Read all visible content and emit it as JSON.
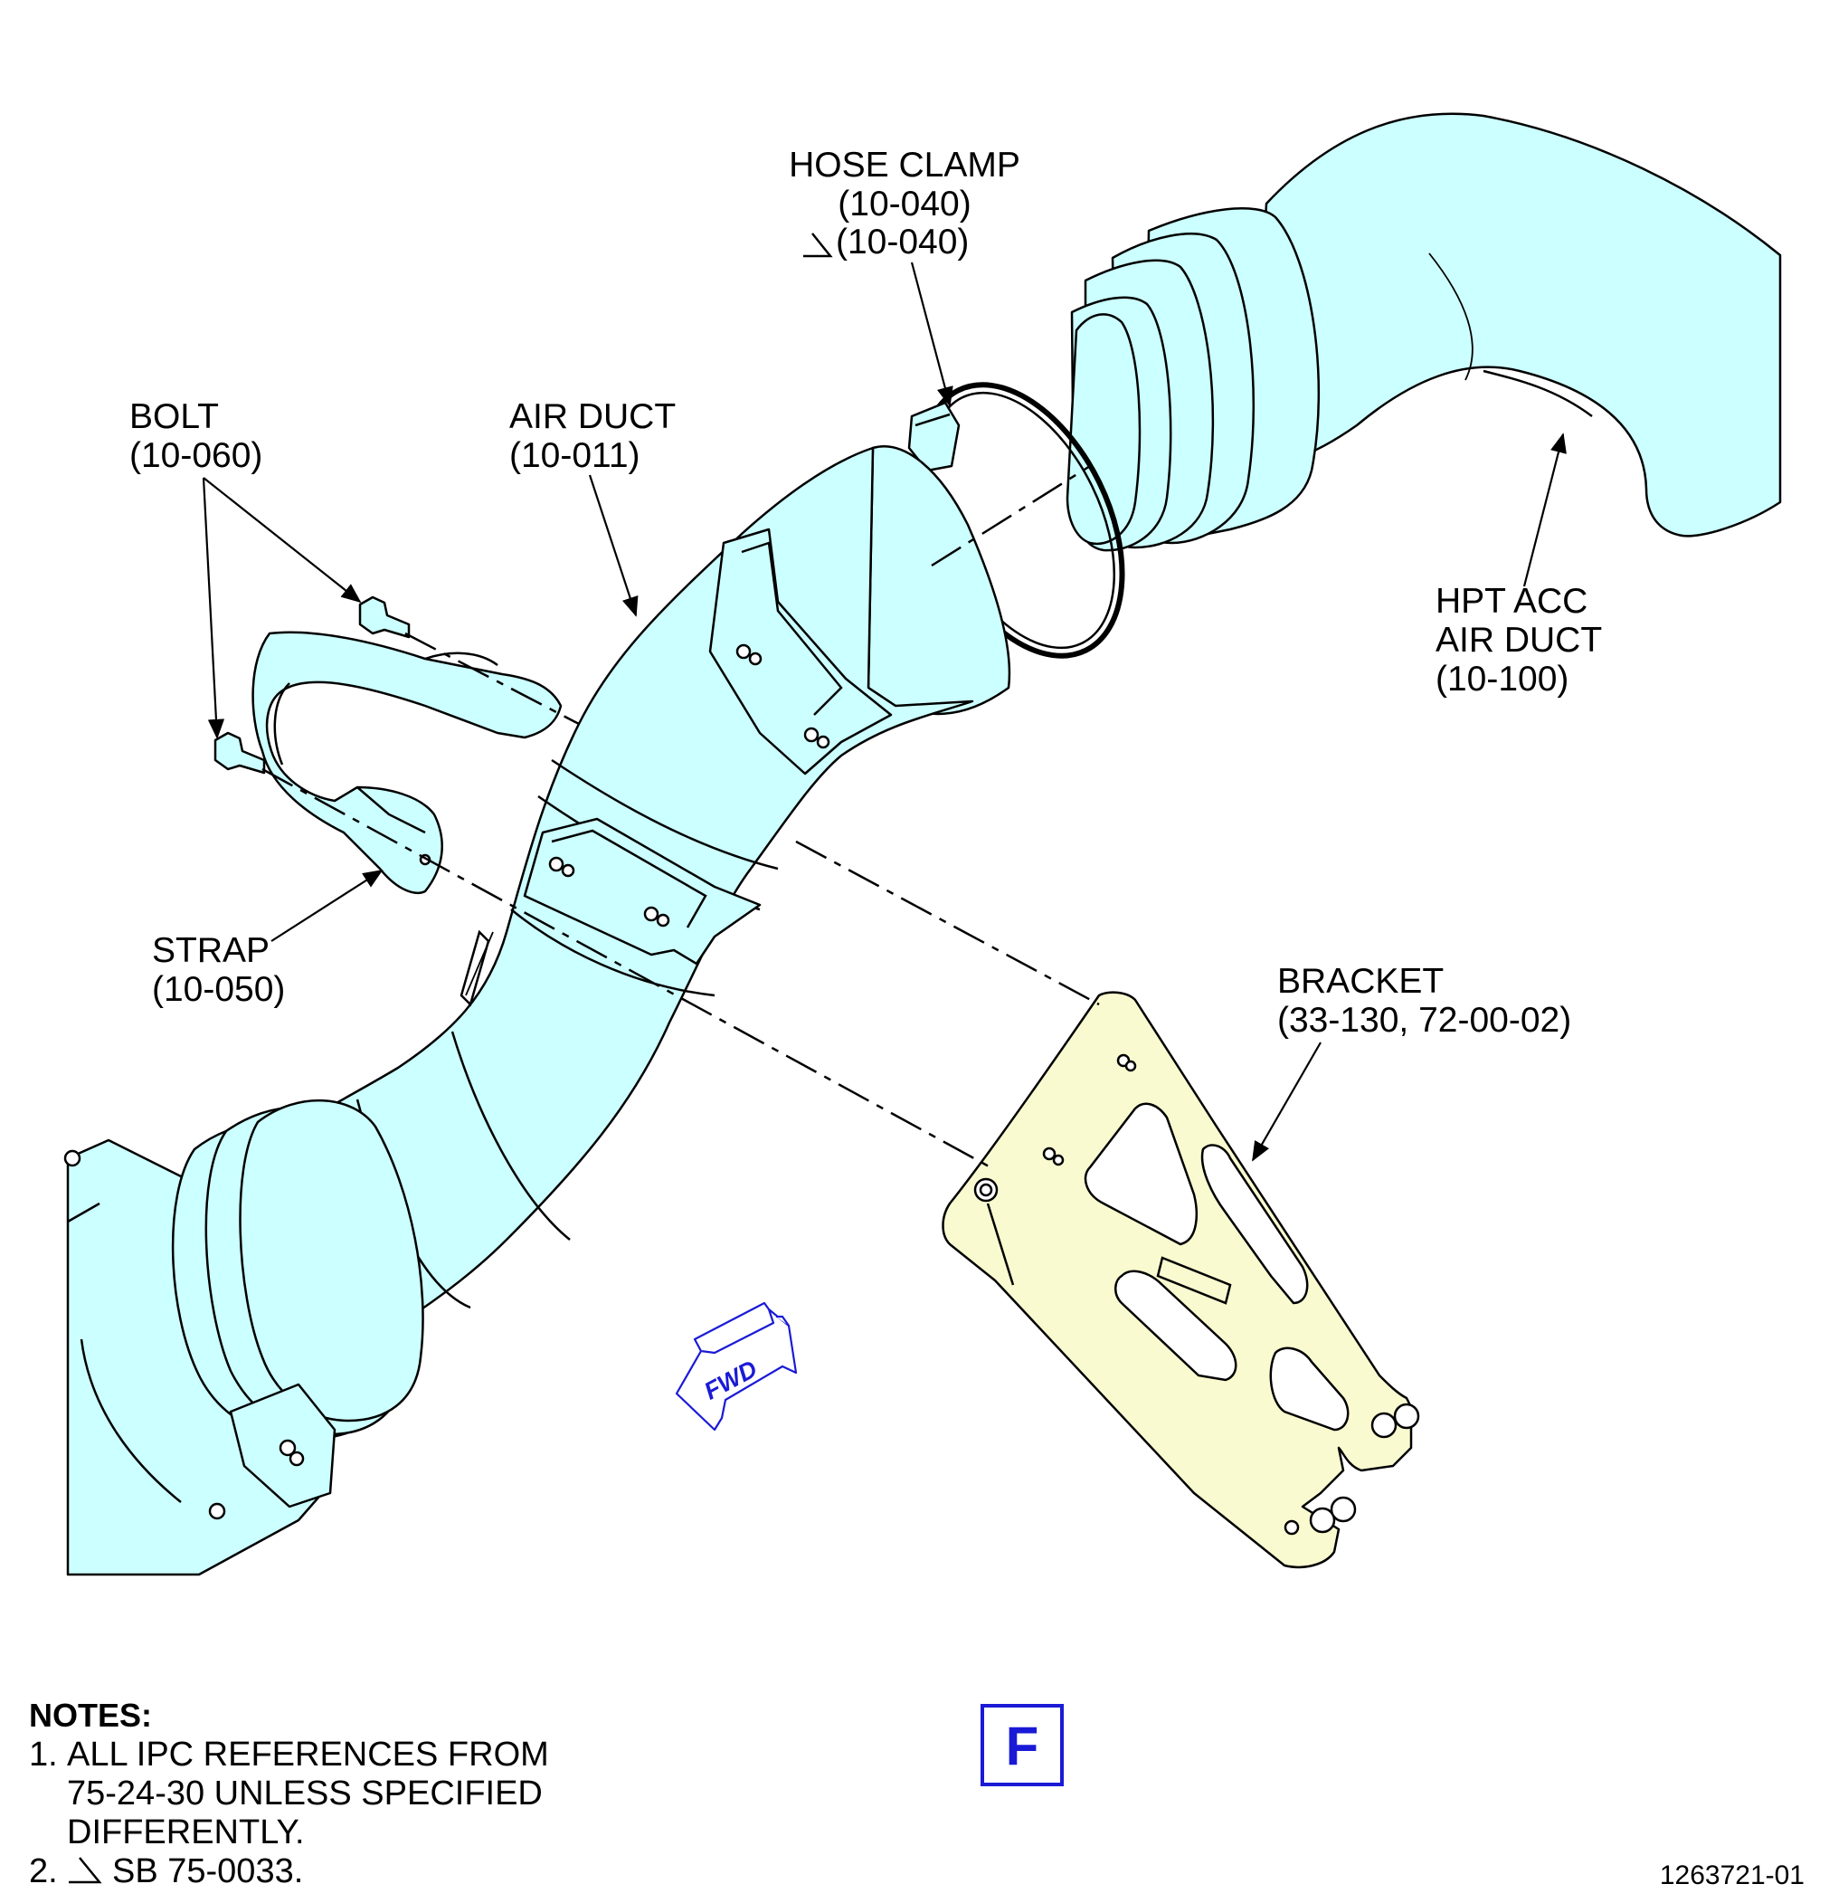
{
  "callouts": {
    "hose_clamp": {
      "name": "HOSE CLAMP",
      "ref1": "(10-040)",
      "ref2": "(10-040)"
    },
    "bolt": {
      "name": "BOLT",
      "ref": "(10-060)"
    },
    "air_duct": {
      "name": "AIR DUCT",
      "ref": "(10-011)"
    },
    "hpt_acc_air_duct": {
      "line1": "HPT ACC",
      "line2": "AIR DUCT",
      "ref": "(10-100)"
    },
    "strap": {
      "name": "STRAP",
      "ref": "(10-050)"
    },
    "bracket": {
      "name": "BRACKET",
      "ref": "(33-130, 72-00-02)"
    }
  },
  "fwd_arrow": {
    "label": "FWD",
    "color": "#1a1ad6"
  },
  "view_label": {
    "letter": "F",
    "color": "#1a1ad6"
  },
  "notes": {
    "heading": "NOTES:",
    "items": [
      {
        "num": "1.",
        "lines": [
          "ALL IPC REFERENCES FROM",
          "75-24-30 UNLESS SPECIFIED",
          "DIFFERENTLY."
        ]
      },
      {
        "num": "2.",
        "text": "SB 75-0033."
      }
    ]
  },
  "figure_id": "1263721-01",
  "colors": {
    "duct_fill": "#ccffff",
    "bracket_fill": "#fafad0"
  }
}
